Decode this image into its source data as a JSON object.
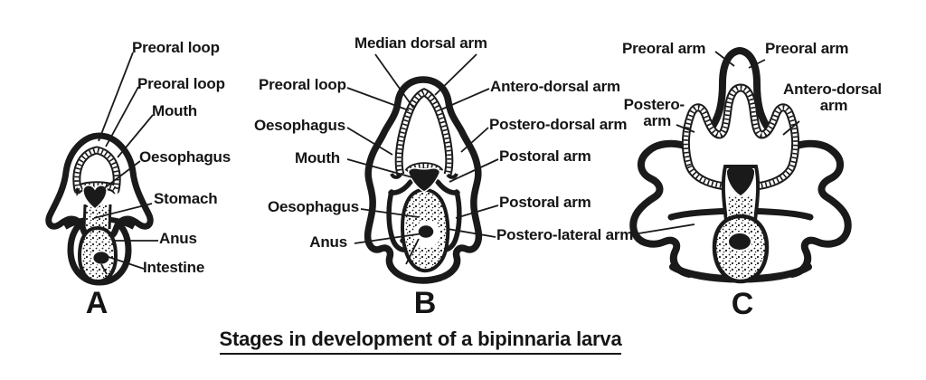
{
  "palette": {
    "ink": "#1a1a1a",
    "background": "#ffffff"
  },
  "caption": "Stages in development of a bipinnaria larva",
  "stage_a": {
    "letter": "A",
    "labels": {
      "preoral_loop_outer": "Preoral loop",
      "preoral_loop_inner": "Preoral loop",
      "mouth": "Mouth",
      "oesophagus": "Oesophagus",
      "stomach": "Stomach",
      "anus": "Anus",
      "intestine": "Intestine"
    }
  },
  "stage_b": {
    "letter": "B",
    "labels": {
      "median_dorsal_arm": "Median dorsal arm",
      "preoral_loop": "Preoral loop",
      "oesophagus_upper": "Oesophagus",
      "mouth": "Mouth",
      "oesophagus_lower": "Oesophagus",
      "anus": "Anus",
      "antero_dorsal_arm": "Antero-dorsal arm",
      "postero_dorsal_arm": "Postero-dorsal arm",
      "postoral_arm_upper": "Postoral arm",
      "postoral_arm_lower": "Postoral arm",
      "postero_lateral_arm": "Postero-lateral arm"
    }
  },
  "stage_c": {
    "letter": "C",
    "labels": {
      "preoral_arm_left": "Preoral arm",
      "preoral_arm_right": "Preoral arm",
      "postero_arm_line1": "Postero-",
      "postero_arm_line2": "arm",
      "antero_dorsal_arm_line1": "Antero-dorsal",
      "antero_dorsal_arm_line2": "arm"
    }
  }
}
